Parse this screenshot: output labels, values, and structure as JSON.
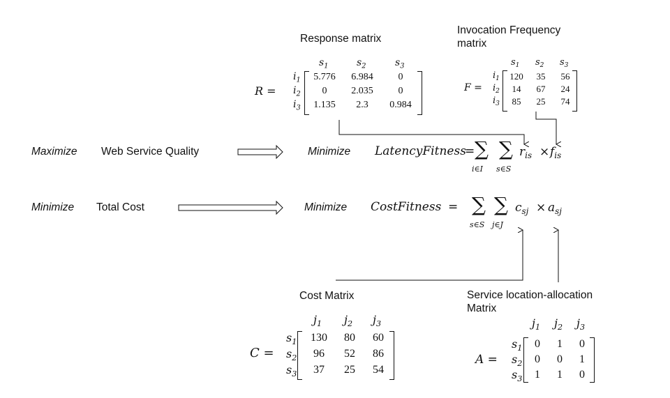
{
  "labels": {
    "response_title": "Response matrix",
    "invocation_title_line1": "Invocation Frequency",
    "invocation_title_line2": "matrix",
    "maximize": "Maximize",
    "web_service_quality": "Web Service Quality",
    "minimize_1": "Minimize",
    "minimize_2": "Minimize",
    "total_cost": "Total Cost",
    "minimize_3": "Minimize",
    "cost_title": "Cost Matrix",
    "allocation_title_line1": "Service location-allocation",
    "allocation_title_line2": "Matrix"
  },
  "equations": {
    "latency": {
      "lhs": "LatencyFitness",
      "eq": "=",
      "sum1_sub": "i∈I",
      "sum2_sub": "s∈S",
      "term1": "r",
      "term1_sub": "is",
      "times": "×",
      "term2": "f",
      "term2_sub": "is"
    },
    "cost": {
      "lhs": "CostFitness",
      "eq": "=",
      "sum1_sub": "s∈S",
      "sum2_sub": "j∈J",
      "term1": "c",
      "term1_sub": "sj",
      "times": "×",
      "term2": "a",
      "term2_sub": "sj"
    }
  },
  "matrices": {
    "R": {
      "name": "R =",
      "cols": [
        "s1",
        "s2",
        "s3"
      ],
      "rows": [
        "i1",
        "i2",
        "i3"
      ],
      "values": [
        [
          "5.776",
          "6.984",
          "0"
        ],
        [
          "0",
          "2.035",
          "0"
        ],
        [
          "1.135",
          "2.3",
          "0.984"
        ]
      ]
    },
    "F": {
      "name": "F =",
      "cols": [
        "s1",
        "s2",
        "s3"
      ],
      "rows": [
        "i1",
        "i2",
        "i3"
      ],
      "values": [
        [
          "120",
          "35",
          "56"
        ],
        [
          "14",
          "67",
          "24"
        ],
        [
          "85",
          "25",
          "74"
        ]
      ]
    },
    "C": {
      "name": "C =",
      "cols": [
        "j1",
        "j2",
        "j3"
      ],
      "rows": [
        "s1",
        "s2",
        "s3"
      ],
      "values": [
        [
          "130",
          "80",
          "60"
        ],
        [
          "96",
          "52",
          "86"
        ],
        [
          "37",
          "25",
          "54"
        ]
      ]
    },
    "A": {
      "name": "A =",
      "cols": [
        "j1",
        "j2",
        "j3"
      ],
      "rows": [
        "s1",
        "s2",
        "s3"
      ],
      "values": [
        [
          "0",
          "1",
          "0"
        ],
        [
          "0",
          "0",
          "1"
        ],
        [
          "1",
          "1",
          "0"
        ]
      ]
    }
  }
}
